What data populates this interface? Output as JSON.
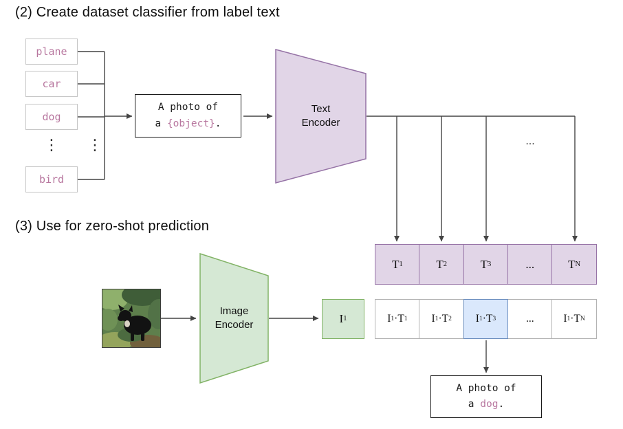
{
  "section2": {
    "title": "(2) Create dataset classifier from label text",
    "labels": [
      "plane",
      "car",
      "dog",
      "bird"
    ],
    "ellipsis": "⋮",
    "prompt": {
      "line1": "A photo of",
      "prefix": "a ",
      "object": "{object}",
      "suffix": "."
    },
    "encoder": {
      "line1": "Text",
      "line2": "Encoder"
    },
    "dots": "...",
    "embeddings": [
      {
        "base": "T",
        "sub": "1"
      },
      {
        "base": "T",
        "sub": "2"
      },
      {
        "base": "T",
        "sub": "3"
      },
      {
        "base": "...",
        "sub": ""
      },
      {
        "base": "T",
        "sub": "N"
      }
    ]
  },
  "section3": {
    "title": "(3) Use for zero-shot prediction",
    "encoder": {
      "line1": "Image",
      "line2": "Encoder"
    },
    "embedding": {
      "base": "I",
      "sub": "1"
    },
    "scores": [
      {
        "a": "I",
        "a_sub": "1",
        "op": "·",
        "b": "T",
        "b_sub": "1"
      },
      {
        "a": "I",
        "a_sub": "1",
        "op": "·",
        "b": "T",
        "b_sub": "2"
      },
      {
        "a": "I",
        "a_sub": "1",
        "op": "·",
        "b": "T",
        "b_sub": "3"
      },
      {
        "a": "...",
        "a_sub": "",
        "op": "",
        "b": "",
        "b_sub": ""
      },
      {
        "a": "I",
        "a_sub": "1",
        "op": "·",
        "b": "T",
        "b_sub": "N"
      }
    ],
    "prediction": {
      "line1": "A photo of",
      "prefix": "a ",
      "object": "dog",
      "suffix": "."
    }
  },
  "colors": {
    "purple_fill": "#e1d5e7",
    "purple_border": "#9673a6",
    "green_fill": "#d5e8d4",
    "green_border": "#82b366",
    "blue_fill": "#dae8fc",
    "blue_border": "#6c8ebf",
    "label_text": "#b8779f",
    "arrow": "#444444"
  }
}
